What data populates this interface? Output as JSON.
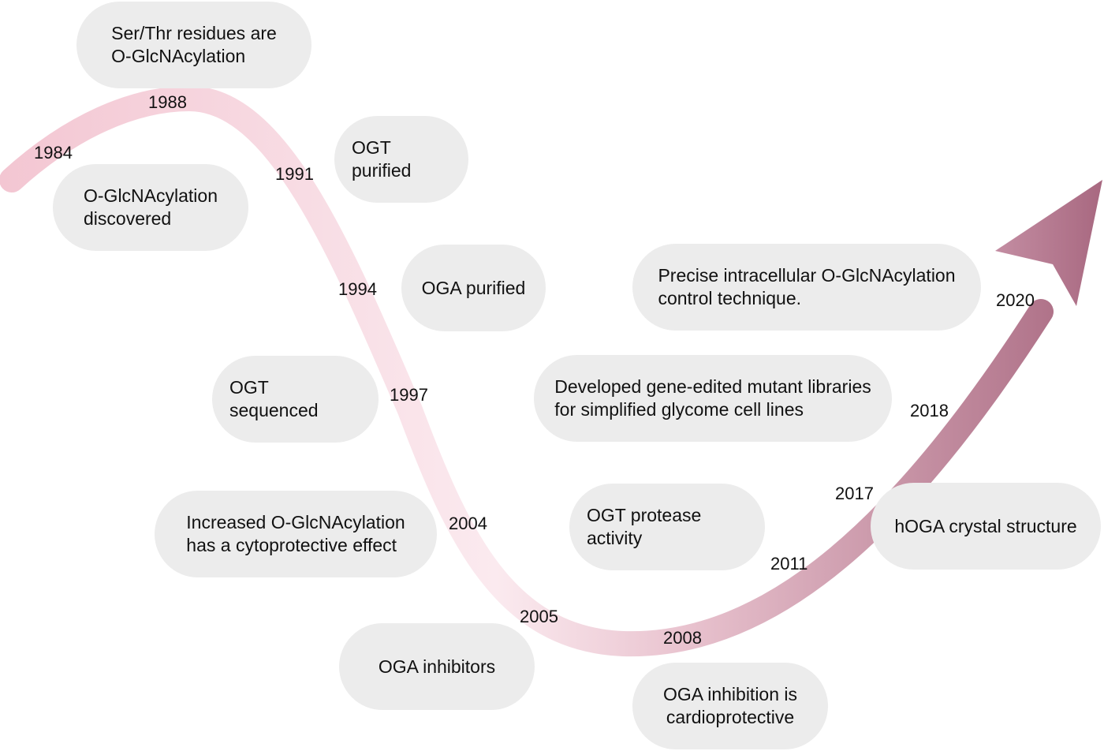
{
  "timeline": {
    "accent_start": "#f7dce3",
    "accent_end": "#a86880",
    "years": [
      "1984",
      "1988",
      "1991",
      "1994",
      "1997",
      "2004",
      "2005",
      "2008",
      "2011",
      "2017",
      "2018",
      "2020"
    ],
    "events": [
      "Ser/Thr residues are\n O-GlcNAcylation",
      "O-GlcNAcylation\ndiscovered",
      "OGT purified",
      "OGA purified",
      "OGT sequenced",
      "Increased O-GlcNAcylation\nhas a cytoprotective effect",
      "OGA inhibitors",
      "OGA inhibition is\ncardioprotective",
      "OGT protease activity",
      "hOGA crystal structure",
      "Developed gene-edited mutant libraries\nfor simplified glycome cell lines",
      "Precise intracellular O-GlcNAcylation\n control technique."
    ]
  }
}
